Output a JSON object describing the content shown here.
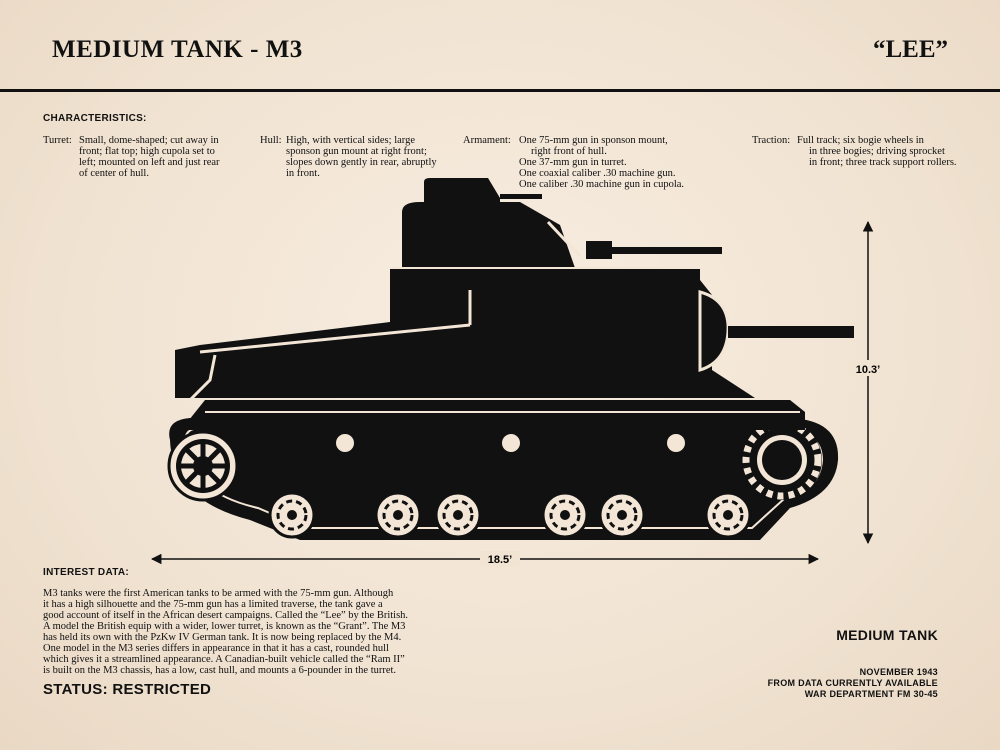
{
  "header": {
    "title": "MEDIUM TANK - M3",
    "nickname": "“LEE”"
  },
  "characteristics": {
    "heading": "CHARACTERISTICS:",
    "turret": {
      "label": "Turret:",
      "lines": [
        "Small, dome-shaped; cut away in",
        "front; flat top; high cupola set to",
        "left; mounted on left and just rear",
        "of center of hull."
      ]
    },
    "hull": {
      "label": "Hull:",
      "lines": [
        "High, with vertical sides; large",
        "sponson gun mount at right front;",
        "slopes down gently in rear, abruptly",
        "in front."
      ]
    },
    "armament": {
      "label": "Armament:",
      "lines": [
        "One 75-mm gun in sponson mount,",
        "right front of hull.",
        "One 37-mm gun in turret.",
        "One coaxial caliber .30 machine gun.",
        "One caliber .30 machine gun in cupola."
      ]
    },
    "traction": {
      "label": "Traction:",
      "lines": [
        "Full track; six bogie wheels in",
        "in three bogies; driving sprocket",
        "in front; three track support rollers."
      ]
    }
  },
  "dimensions": {
    "height": "10.3’",
    "length": "18.5’"
  },
  "interest": {
    "heading": "INTEREST DATA:",
    "lines": [
      "M3 tanks were the first American tanks to be armed with the 75-mm gun. Although",
      "it has a high silhouette and the 75-mm gun has a limited traverse, the tank gave a",
      "good account of itself in the African desert campaigns. Called the “Lee” by the British.",
      "A model the British equip with a wider, lower turret, is known as the “Grant”. The M3",
      "has held its own with the PzKw IV German tank. It is now being replaced by the M4.",
      "One model in the M3 series differs in appearance in that it has a cast, rounded hull",
      "which gives it a streamlined appearance. A Canadian-built vehicle called the “Ram II”",
      "is built on the M3 chassis, has a low, cast hull, and mounts a 6-pounder in the turret."
    ]
  },
  "status": "STATUS: RESTRICTED",
  "classification": "MEDIUM TANK",
  "source": [
    "NOVEMBER 1943",
    "FROM DATA CURRENTLY AVAILABLE",
    "WAR DEPARTMENT FM 30-45"
  ],
  "colors": {
    "ink": "#111111",
    "paper": "#f3e6d6"
  }
}
